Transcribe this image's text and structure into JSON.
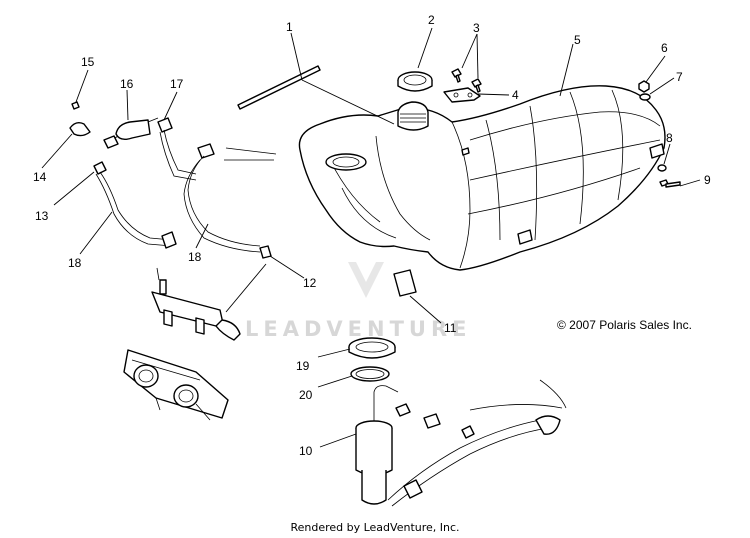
{
  "diagram": {
    "watermark_text": "LEADVENTURE",
    "copyright": "© 2007 Polaris Sales Inc.",
    "footer": "Rendered by LeadVenture, Inc.",
    "callouts": [
      "1",
      "2",
      "3",
      "4",
      "5",
      "6",
      "7",
      "8",
      "9",
      "10",
      "11",
      "12",
      "13",
      "14",
      "15",
      "16",
      "17",
      "18",
      "18",
      "19",
      "20"
    ],
    "line_color": "#000000",
    "watermark_color": "#d7d7d7"
  }
}
